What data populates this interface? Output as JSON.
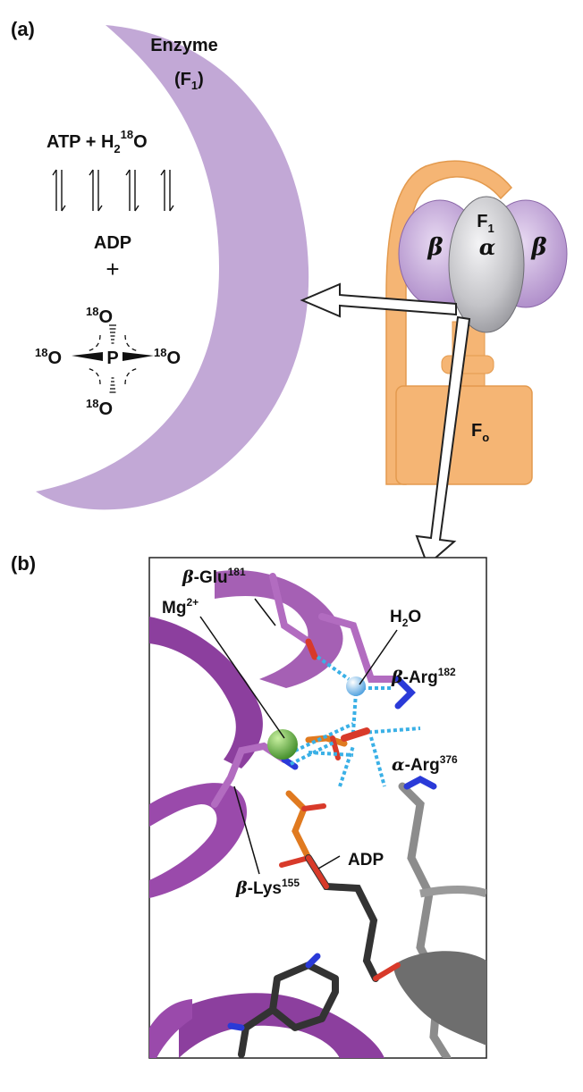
{
  "panel_a": {
    "label": "(a)",
    "enzyme_name": "Enzyme",
    "enzyme_subunit": "(F",
    "enzyme_subunit_sub": "1",
    "enzyme_subunit_close": ")",
    "reaction": {
      "atp_part": "ATP + H",
      "h2_sub": "2",
      "o_sup": "18",
      "o_letter": "O",
      "adp": "ADP",
      "plus": "+"
    },
    "phosphate": {
      "center": "P",
      "oxygen_sup": "18",
      "oxygen_letter": "O"
    },
    "atp_synthase": {
      "f1_letter": "F",
      "f1_sub": "1",
      "alpha": "α",
      "beta": "β",
      "fo_letter": "F",
      "fo_sub": "o"
    }
  },
  "panel_b": {
    "label": "(b)",
    "labels": {
      "beta_glu": {
        "greek": "β",
        "name": "-Glu",
        "sup": "181"
      },
      "mg": {
        "name": "Mg",
        "sup": "2+"
      },
      "water": {
        "h": "H",
        "sub": "2",
        "o": "O"
      },
      "beta_arg": {
        "greek": "β",
        "name": "-Arg",
        "sup": "182"
      },
      "alpha_arg": {
        "greek": "α",
        "name": "-Arg",
        "sup": "376"
      },
      "adp": {
        "name": "ADP"
      },
      "beta_lys": {
        "greek": "β",
        "name": "-Lys",
        "sup": "155"
      }
    }
  },
  "colors": {
    "enzyme_purple": "#c2a8d6",
    "orange_stalk": "#f5b574",
    "alpha_gray": "#b8b8bc",
    "helix_purple": "#9c4ea8",
    "gray_chain": "#8c8c8c",
    "hbond_blue": "#3ab0e6",
    "mg_green": "#6ab24a",
    "water_blue": "#8cc8f0",
    "phosphate_orange": "#e07a20",
    "oxygen_red": "#d83a2a",
    "nitrogen_blue": "#2a3ad8"
  }
}
